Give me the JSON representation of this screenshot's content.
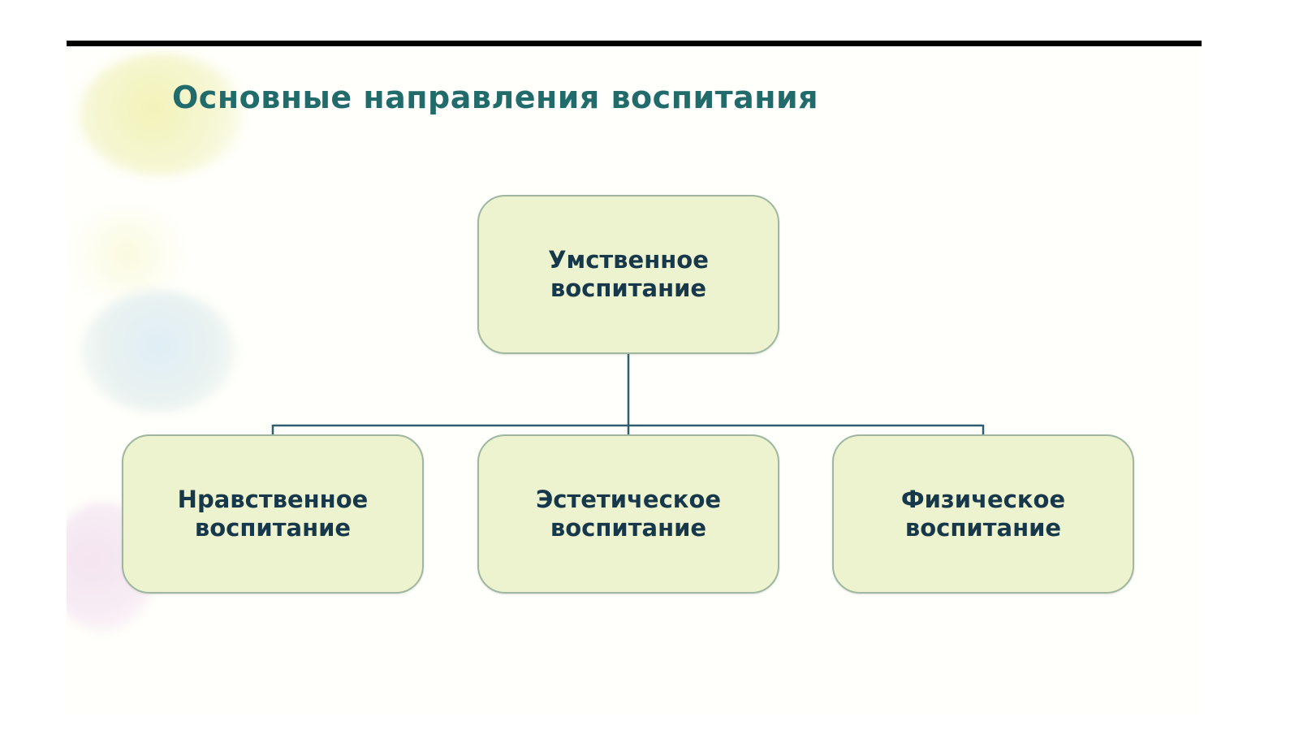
{
  "slide": {
    "title": "Основные направления воспитания"
  },
  "diagram": {
    "root": {
      "label": "Умственное\nвоспитание"
    },
    "children": [
      {
        "label": "Нравственное\nвоспитание"
      },
      {
        "label": "Эстетическое\nвоспитание"
      },
      {
        "label": "Физическое\nвоспитание"
      }
    ]
  },
  "colors": {
    "title": "#216b6b",
    "node_fill": "#eef3cf",
    "node_border": "#9fb6a0",
    "node_text": "#17384a",
    "connector": "#2f5f6f",
    "rule": "#000000"
  }
}
